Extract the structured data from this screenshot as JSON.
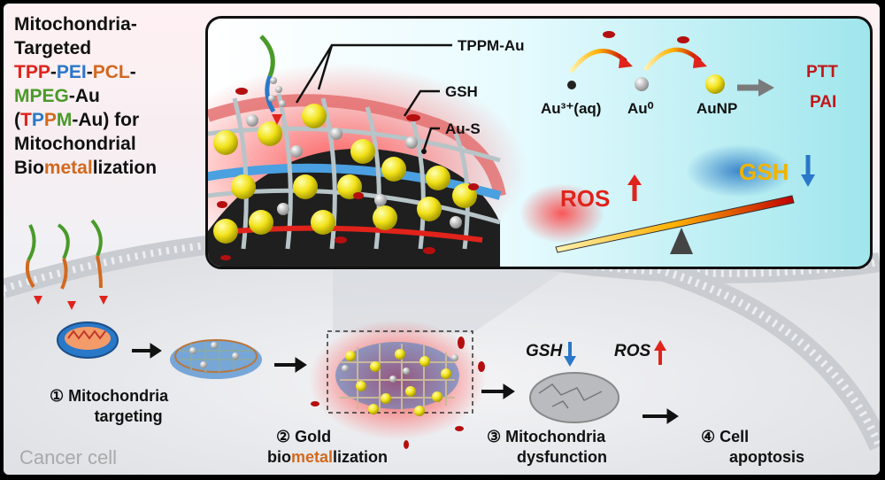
{
  "title": {
    "line1": "Mitochondria-",
    "line2": "Targeted",
    "line3": {
      "tpp": "TPP",
      "d1": "-",
      "pei": "PEI",
      "d2": "-",
      "pcl": "PCL",
      "d3": "-"
    },
    "line4": {
      "mpeg": "MPEG",
      "rest": "-Au"
    },
    "line5": {
      "open": "(",
      "t": "T",
      "p": "P",
      "p2": "P",
      "m": "M",
      "rest": "-Au) for"
    },
    "line6": "Mitochondrial",
    "line7": {
      "bio": "Bio",
      "metal": "metal",
      "rest": "lization"
    }
  },
  "panel": {
    "label_tppm": "TPPM-Au",
    "label_gsh": "GSH",
    "label_aus": "Au-S",
    "au3": "Au³⁺(aq)",
    "au0": "Au⁰",
    "aunp": "AuNP",
    "ptt": "PTT",
    "pai": "PAI",
    "ros": "ROS",
    "gsh_big": "GSH"
  },
  "steps": {
    "s1": {
      "num": "①",
      "line1": "Mitochondria",
      "line2": "targeting"
    },
    "s2": {
      "num": "②",
      "line1": "Gold",
      "line2a": "bio",
      "line2b": "metal",
      "line2c": "lization"
    },
    "s3": {
      "num": "③",
      "line1": "Mitochondria",
      "line2": "dysfunction"
    },
    "s4": {
      "num": "④",
      "line1": "Cell",
      "line2": "apoptosis"
    },
    "gsh": "GSH",
    "ros": "ROS"
  },
  "cancer_cell": "Cancer cell",
  "colors": {
    "red": "#e0231b",
    "blue": "#2a78c8",
    "orange": "#d2691e",
    "green": "#4a9a2a",
    "gold": "#f2e21a"
  }
}
